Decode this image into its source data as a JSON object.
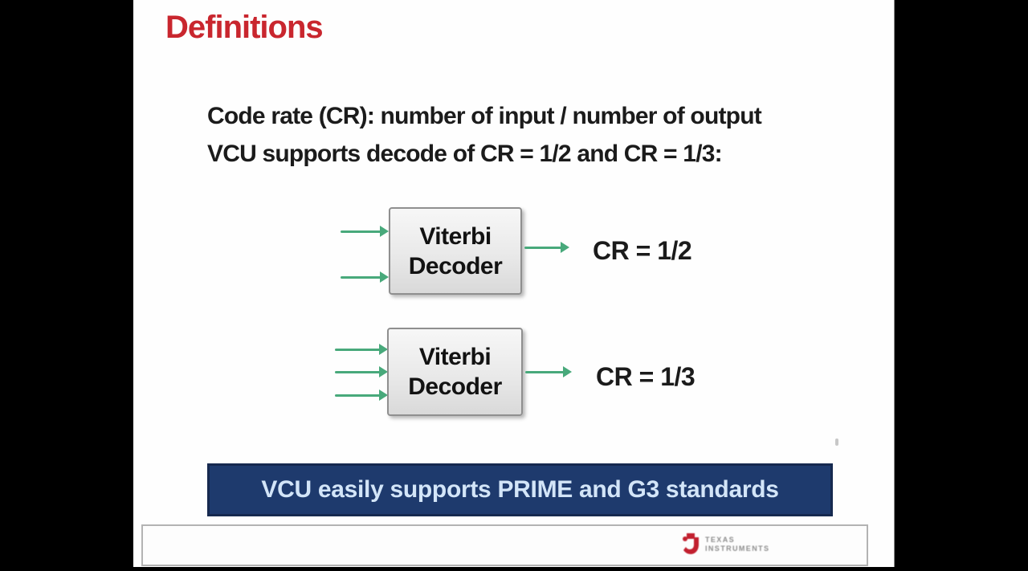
{
  "slide": {
    "title": "Definitions",
    "body_lines": [
      "Code rate (CR): number of input / number of output",
      "VCU supports decode of CR = 1/2 and CR = 1/3:"
    ],
    "diagrams": [
      {
        "box_line1": "Viterbi",
        "box_line2": "Decoder",
        "inputs": 2,
        "outputs": 1,
        "code_rate": "CR = 1/2"
      },
      {
        "box_line1": "Viterbi",
        "box_line2": "Decoder",
        "inputs": 3,
        "outputs": 1,
        "code_rate": "CR = 1/3"
      }
    ],
    "banner_text": "VCU easily supports PRIME and G3 standards",
    "footer_logo": {
      "line1": "Texas",
      "line2": "Instruments"
    }
  },
  "colors": {
    "title_red": "#c9262e",
    "body_text": "#1b1b1b",
    "arrow_green": "#48a97b",
    "box_border": "#8f8f8f",
    "banner_bg": "#1e3a6d",
    "banner_border": "#16294f",
    "banner_text": "#d3e5f8",
    "ti_red": "#c2202f",
    "letterbox": "#000000"
  }
}
